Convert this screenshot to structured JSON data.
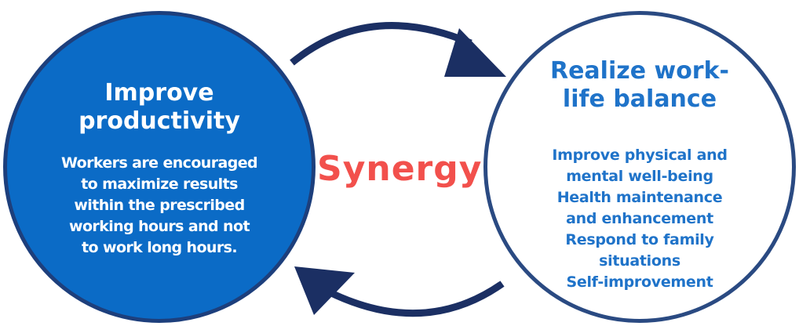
{
  "center": {
    "label": "Synergy",
    "color": "#f2504c"
  },
  "left_circle": {
    "title": "Improve\nproductivity",
    "body": "Workers are encouraged\nto maximize results\nwithin the prescribed\nworking hours and not\nto work long hours.",
    "fill": "#0b6bc6",
    "border": "#1d3f7c"
  },
  "right_circle": {
    "title": "Realize work-\nlife balance",
    "items": [
      "Improve physical and mental well-being",
      "Health maintenance and enhancement",
      "Respond to family situations",
      "Self-improvement"
    ],
    "body": "Improve physical and\nmental well-being\nHealth maintenance\nand enhancement\nRespond to family\nsituations\nSelf-improvement",
    "text_color": "#1f73c9",
    "border": "#2a4a82"
  },
  "arrows": {
    "color": "#1b2f63",
    "top_direction": "clockwise-to-right",
    "bottom_direction": "clockwise-to-left"
  }
}
